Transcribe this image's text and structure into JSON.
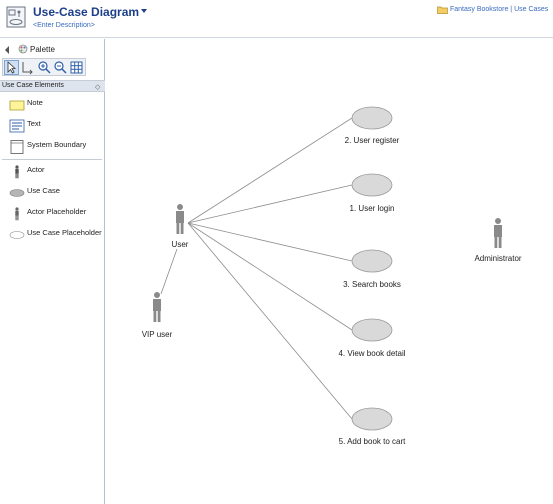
{
  "header": {
    "title": "Use-Case Diagram",
    "description": "<Enter Description>",
    "breadcrumb": "Fantasy Bookstore | Use Cases"
  },
  "palette": {
    "title": "Palette",
    "section": "Use Case Elements",
    "items": [
      {
        "label": "Note",
        "icon": "note-icon"
      },
      {
        "label": "Text",
        "icon": "text-icon"
      },
      {
        "label": "System Boundary",
        "icon": "system-boundary-icon"
      },
      {
        "label": "Actor",
        "icon": "actor-icon"
      },
      {
        "label": "Use Case",
        "icon": "use-case-icon"
      },
      {
        "label": "Actor Placeholder",
        "icon": "actor-placeholder-icon"
      },
      {
        "label": "Use Case Placeholder",
        "icon": "use-case-placeholder-icon"
      }
    ]
  },
  "diagram": {
    "actors": [
      {
        "id": "user",
        "label": "User"
      },
      {
        "id": "vip",
        "label": "VIP user"
      },
      {
        "id": "admin",
        "label": "Administrator"
      }
    ],
    "use_cases": [
      {
        "id": "uc2",
        "label": "2. User register"
      },
      {
        "id": "uc1",
        "label": "1. User login"
      },
      {
        "id": "uc3",
        "label": "3. Search books"
      },
      {
        "id": "uc4",
        "label": "4. View book detail"
      },
      {
        "id": "uc5",
        "label": "5. Add book to cart"
      }
    ],
    "associations": [
      {
        "from": "user",
        "to": "uc2"
      },
      {
        "from": "user",
        "to": "uc1"
      },
      {
        "from": "user",
        "to": "uc3"
      },
      {
        "from": "user",
        "to": "uc4"
      },
      {
        "from": "user",
        "to": "uc5"
      },
      {
        "from": "user",
        "to": "vip"
      }
    ],
    "colors": {
      "use_case_fill": "#d9d9d9",
      "use_case_stroke": "#9a9a9a",
      "line": "#8c8c8c",
      "actor": "#8a8a8a"
    }
  }
}
